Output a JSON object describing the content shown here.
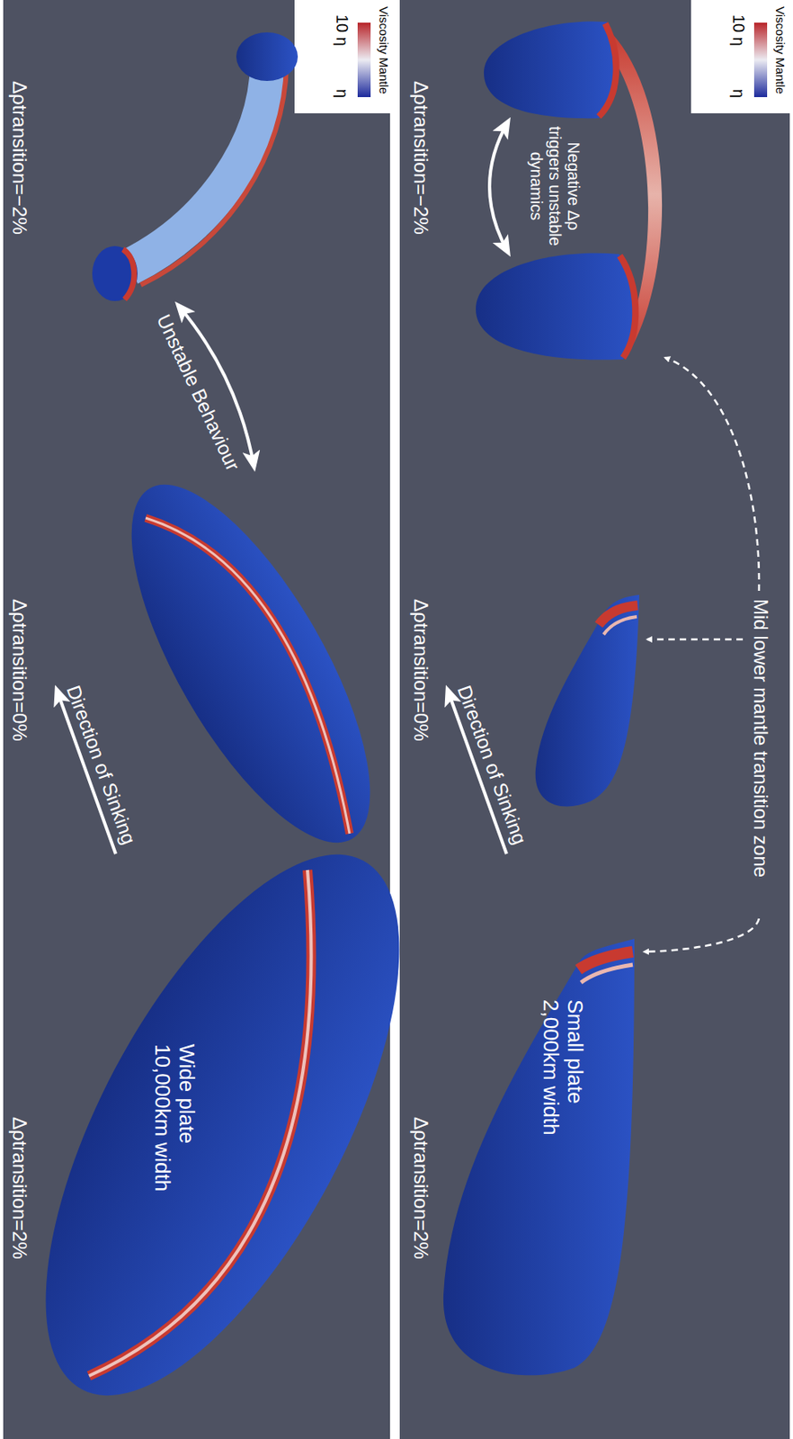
{
  "diagram": {
    "labels": [
      "Mid lower mantle transition zone",
      "Small plate 2,000km width",
      "Direction of Sinking",
      "Negative Δρ triggers unstable dynamics",
      "Δρtransition=2%",
      "Δρtransition=0%",
      "Δρtransition=−2%",
      "Viscosity Mantle",
      "10 η",
      "η",
      "Wide plate 10,000km width",
      "Direction of Sinking",
      "Unstable Behaviour",
      "Δρtransition=2%",
      "Δρtransition=0%",
      "Δρtransition=−2%",
      "Viscosity Mantle",
      "10 η",
      "η"
    ]
  }
}
